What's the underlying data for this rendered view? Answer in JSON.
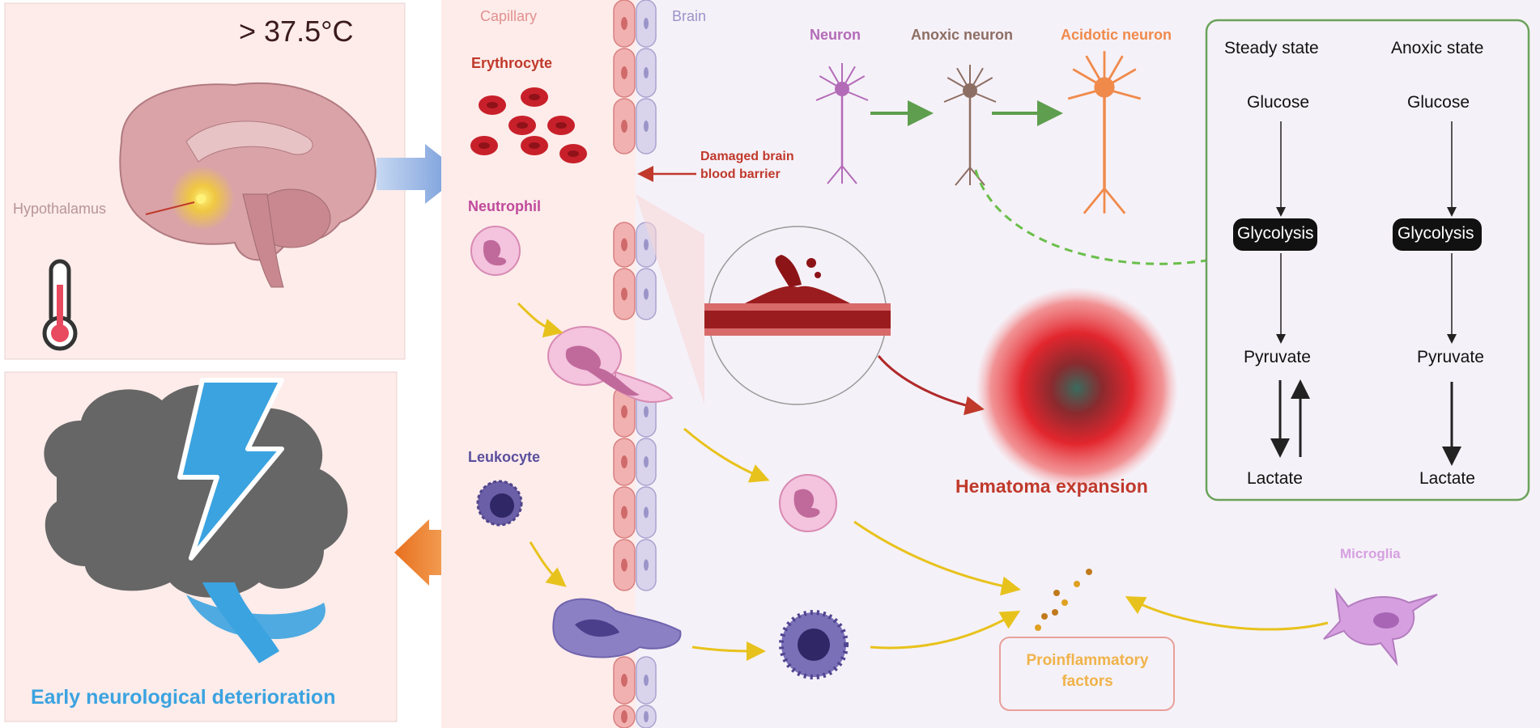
{
  "fever": {
    "temperature": "> 37.5°C",
    "hypothalamus_label": "Hypothalamus"
  },
  "outcome": {
    "label": "Early neurological deterioration"
  },
  "vessel": {
    "capillary_label": "Capillary",
    "brain_label": "Brain",
    "erythrocyte_label": "Erythrocyte",
    "neutrophil_label": "Neutrophil",
    "leukocyte_label": "Leukocyte",
    "bbb_label_line1": "Damaged brain",
    "bbb_label_line2": "blood barrier"
  },
  "neurons": {
    "neuron_label": "Neuron",
    "anoxic_label": "Anoxic neuron",
    "acidotic_label": "Acidotic neuron"
  },
  "metabolism": {
    "steady": {
      "title": "Steady state",
      "glucose": "Glucose",
      "glycolysis": "Glycolysis",
      "pyruvate": "Pyruvate",
      "lactate": "Lactate"
    },
    "anoxic": {
      "title": "Anoxic state",
      "glucose": "Glucose",
      "glycolysis": "Glycolysis",
      "pyruvate": "Pyruvate",
      "lactate": "Lactate"
    }
  },
  "hematoma": {
    "label": "Hematoma expansion"
  },
  "inflammation": {
    "microglia_label": "Microglia",
    "factors_line1": "Proinflammatory",
    "factors_line2": "factors"
  },
  "colors": {
    "panel_pink": "#fdecea",
    "right_bg": "#f5f1f8",
    "capillary_red": "#c0392b",
    "neuron_purple": "#b36bb8",
    "anoxic_brown": "#8d6e63",
    "acidotic_orange": "#f08a4b",
    "box_green": "#6aa35a",
    "arrow_yellow": "#e8c21c",
    "outcome_blue": "#3ba3e0",
    "brain_gray": "#666666"
  }
}
